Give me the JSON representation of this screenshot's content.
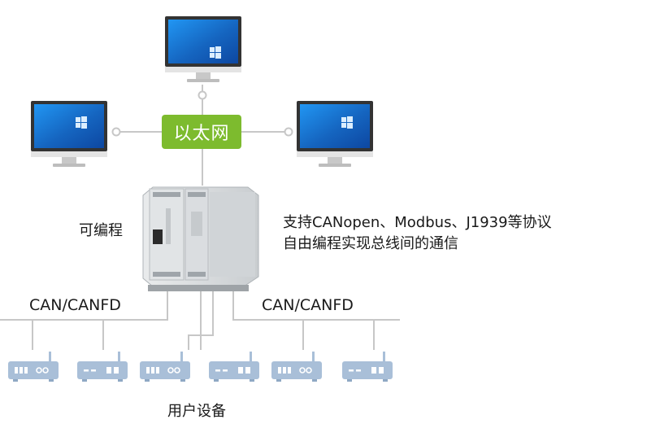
{
  "network": {
    "ethernet": "以太网",
    "can_left": "CAN/CANFD",
    "can_right": "CAN/CANFD"
  },
  "controller": {
    "programmable": "可编程",
    "protocols_line1": "支持CANopen、Modbus、J1939等协议",
    "protocols_line2": "自由编程实现总线间的通信"
  },
  "devices": {
    "caption": "用户设备"
  },
  "colors": {
    "ethernet_green": "#7dbb2e",
    "line_gray": "#c7c7c7",
    "device_blue": "#a9bfd8",
    "screen_blue": "#1565c0",
    "module_gray": "#d4d7d9"
  }
}
